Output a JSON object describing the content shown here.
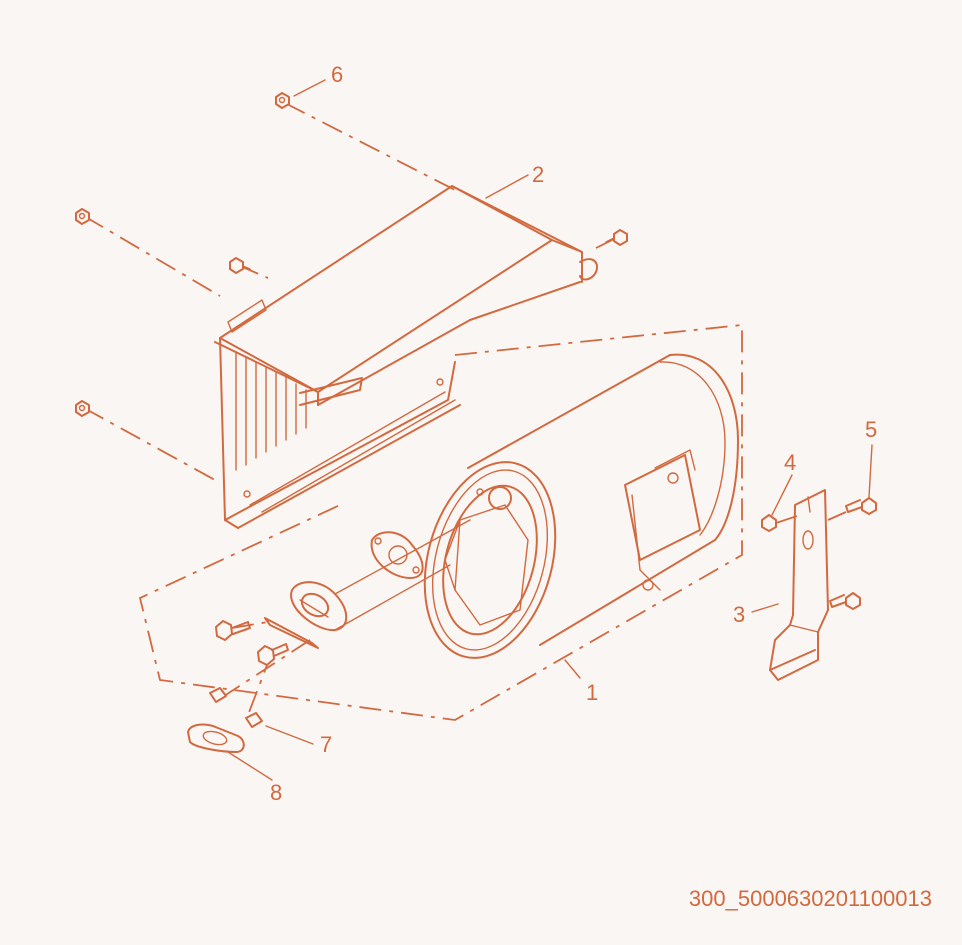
{
  "colors": {
    "ink": "#d2693f",
    "background": "#faf6f4"
  },
  "callouts": {
    "c1": "1",
    "c2": "2",
    "c3": "3",
    "c4": "4",
    "c5": "5",
    "c6": "6",
    "c7": "7",
    "c8": "8"
  },
  "drawing_code": "300_5000630201100013"
}
